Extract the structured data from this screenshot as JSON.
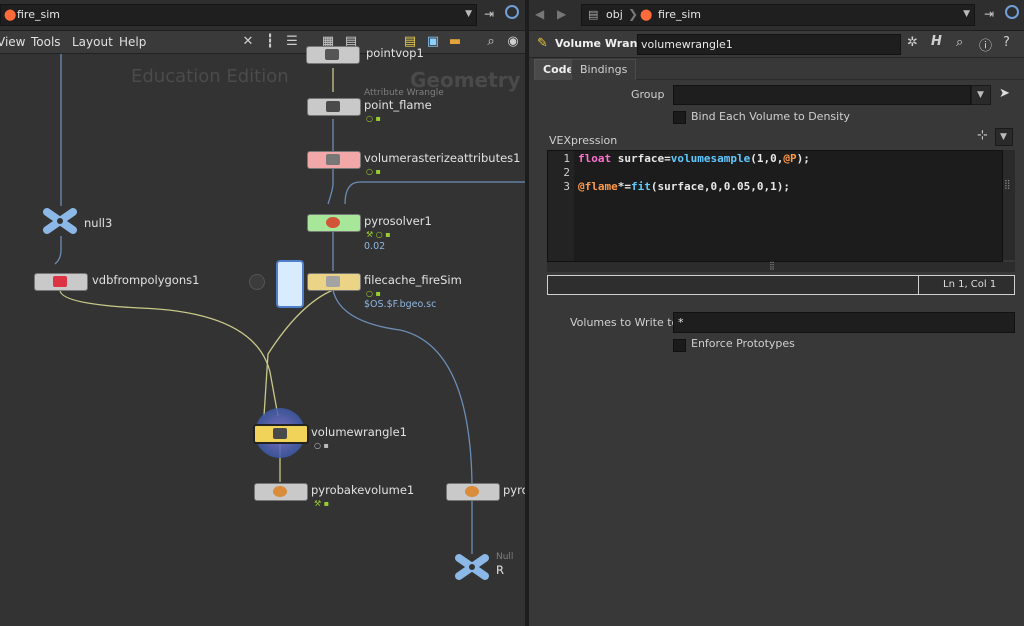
{
  "left_pane": {
    "path": "fire_sim",
    "menu": [
      "View",
      "Tools",
      "Layout",
      "Help"
    ],
    "watermark": "Education Edition",
    "context_label": "Geometry",
    "nodes": {
      "pointvop": {
        "label": "pointvop1"
      },
      "point_flame": {
        "label": "point_flame",
        "type": "Attribute Wrangle"
      },
      "volumerasterize": {
        "label": "volumerasterizeattributes1"
      },
      "pyrosolver": {
        "label": "pyrosolver1",
        "value": "0.02"
      },
      "filecache": {
        "label": "filecache_fireSim",
        "value": "$OS.$F.bgeo.sc"
      },
      "null3": {
        "label": "null3"
      },
      "vdbfrompolygons": {
        "label": "vdbfrompolygons1"
      },
      "volumewrangle": {
        "label": "volumewrangle1"
      },
      "pyrobakevolume": {
        "label": "pyrobakevolume1"
      },
      "pyro_right": {
        "label": "pyro"
      },
      "null_r": {
        "label": "R",
        "type": "Null"
      }
    }
  },
  "right_pane": {
    "path": {
      "root": "obj",
      "current": "fire_sim"
    },
    "node_type": "Volume Wrangle",
    "node_name": "volumewrangle1",
    "tabs": [
      "Code",
      "Bindings"
    ],
    "active_tab": "Code",
    "group_label": "Group",
    "group_value": "",
    "bind_density_label": "Bind Each Volume to Density",
    "vexpression_label": "VEXpression",
    "code_lines": [
      {
        "num": "1",
        "text": "float surface=volumesample(1,0,@P);"
      },
      {
        "num": "2",
        "text": ""
      },
      {
        "num": "3",
        "text": "@flame*=fit(surface,0,0.05,0,1);"
      }
    ],
    "cursor_pos": "Ln 1, Col 1",
    "volumes_write_label": "Volumes to Write to",
    "volumes_write_value": "*",
    "enforce_label": "Enforce Prototypes"
  },
  "colors": {
    "keyword": "#ff70d0",
    "function": "#5fc9ff",
    "attribute": "#ff9a4a",
    "wire_blue": "#6c8db5",
    "wire_yellow": "#c9c98a",
    "selected_node": "#f2d35a"
  }
}
